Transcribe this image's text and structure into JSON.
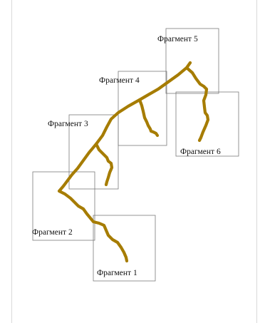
{
  "colors": {
    "route": "#a67c00",
    "frame": "#7a7a7a"
  },
  "fragments": [
    {
      "label": "Фрагмент 1"
    },
    {
      "label": "Фрагмент 2"
    },
    {
      "label": "Фрагмент 3"
    },
    {
      "label": "Фрагмент 4"
    },
    {
      "label": "Фрагмент 5"
    },
    {
      "label": "Фрагмент 6"
    }
  ]
}
